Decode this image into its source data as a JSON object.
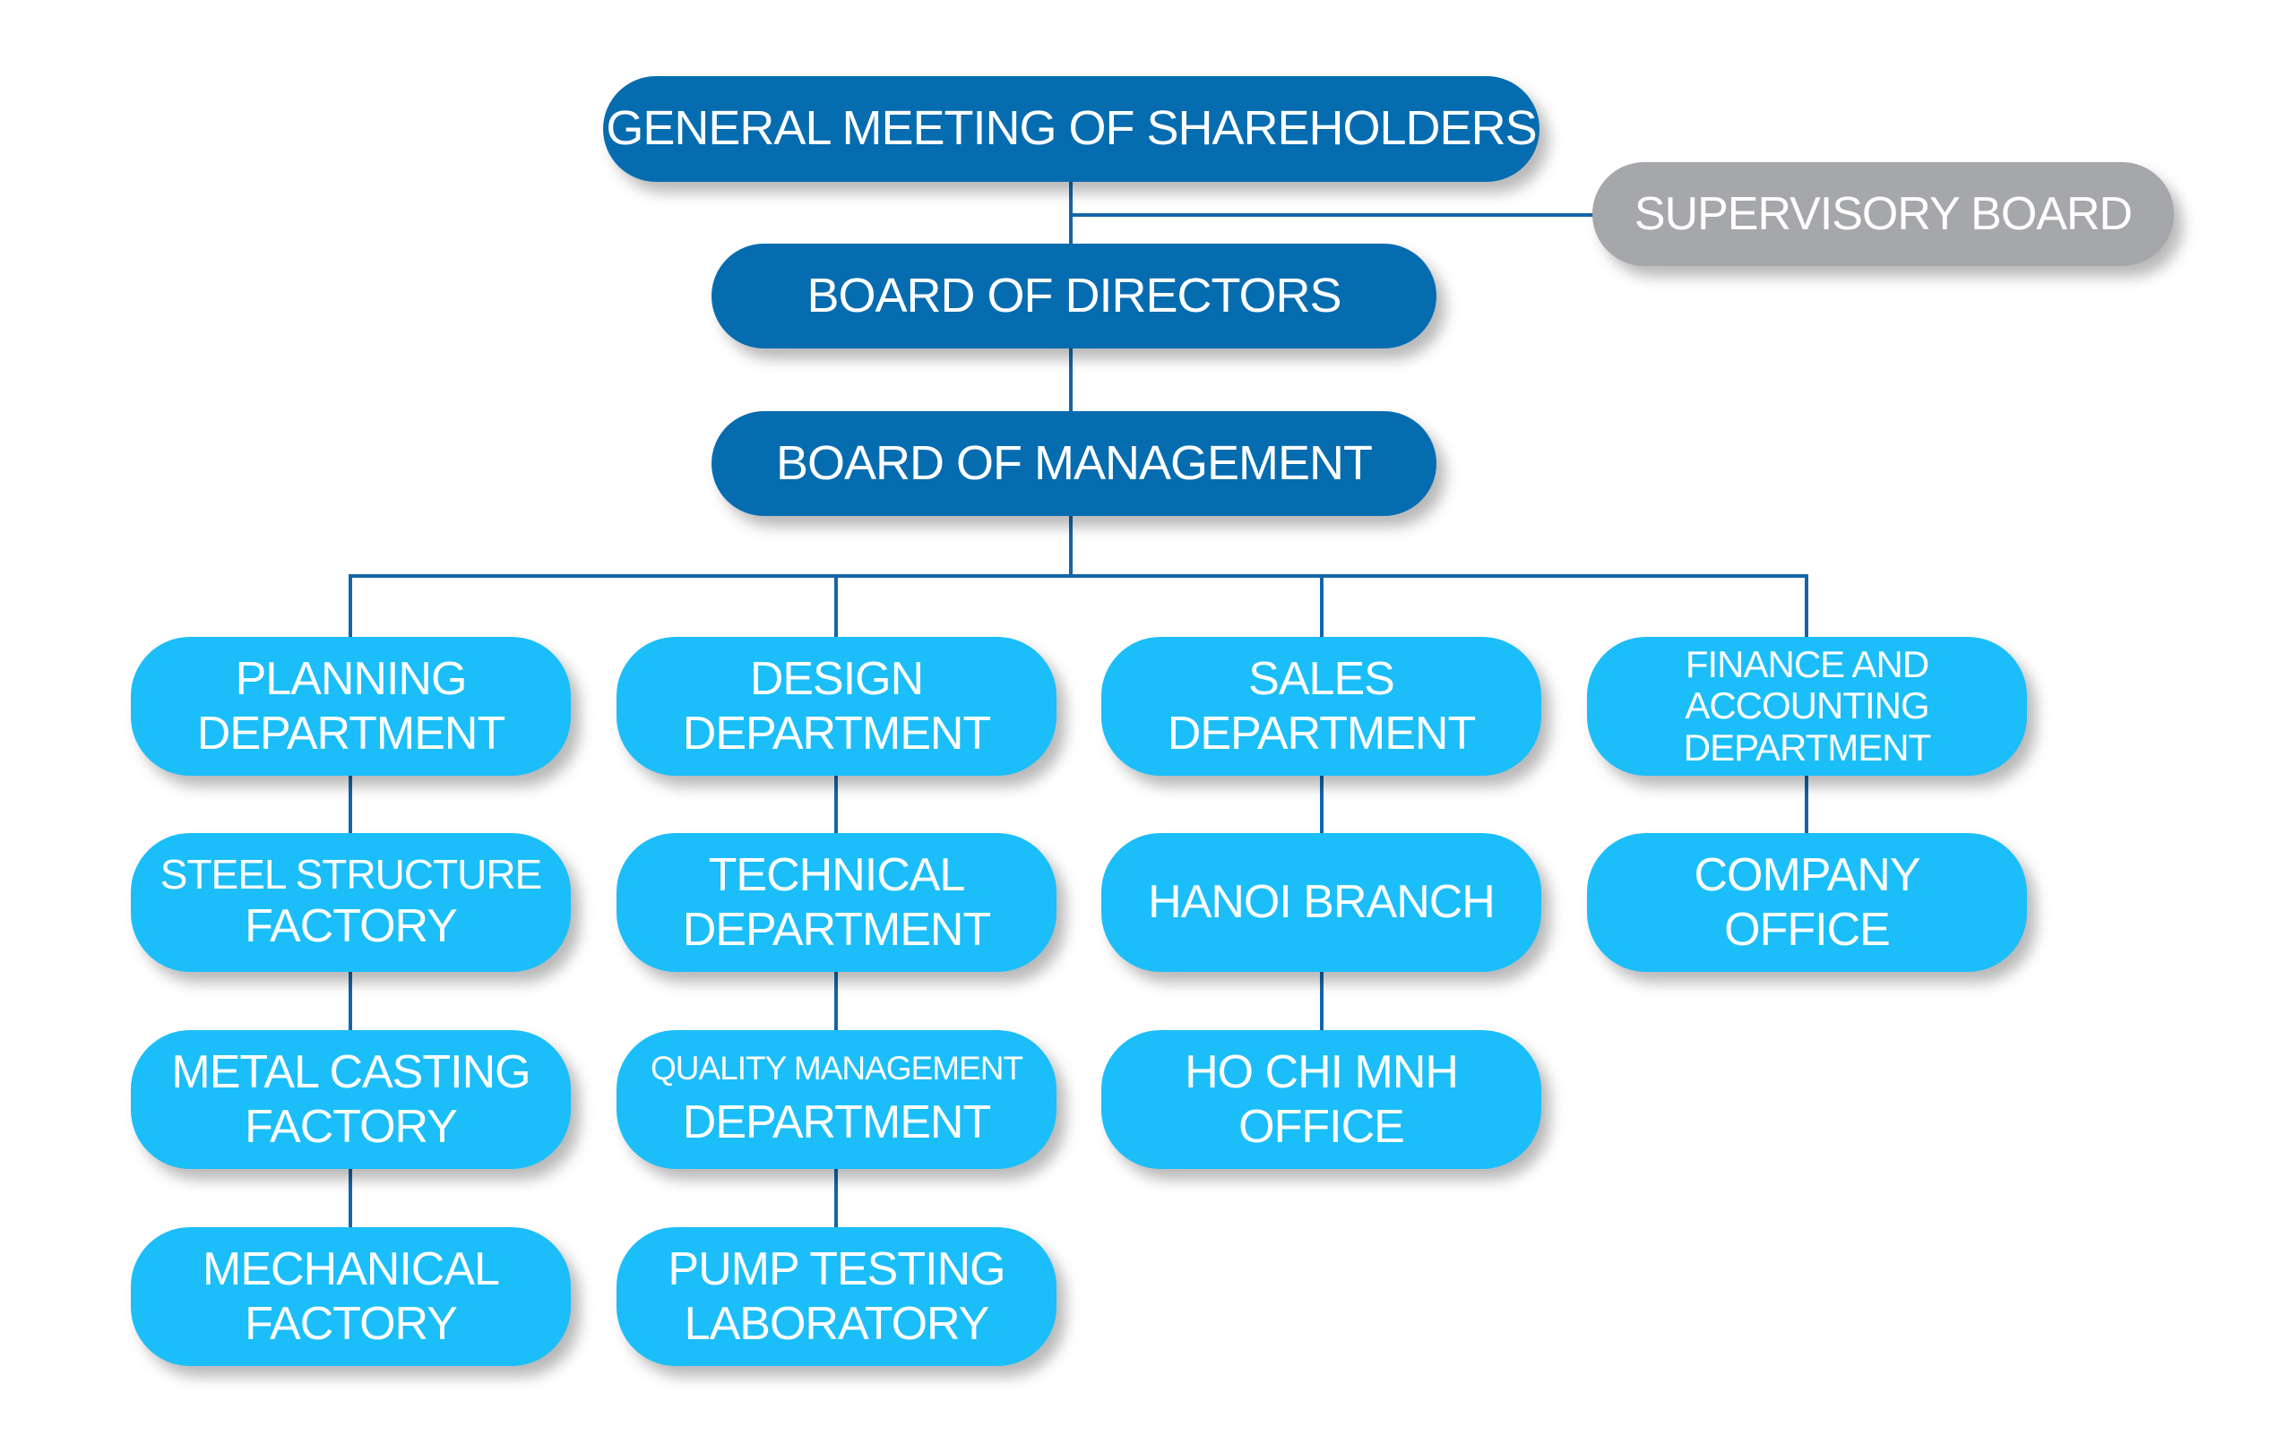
{
  "colors": {
    "executive": "#066cb0",
    "supervisory": "#a6a7aa",
    "department": "#1bbef9",
    "connector": "#1565a8"
  },
  "top": {
    "shareholders": "GENERAL MEETING OF SHAREHOLDERS",
    "supervisory": "SUPERVISORY BOARD",
    "directors": "BOARD OF DIRECTORS",
    "management": "BOARD OF MANAGEMENT"
  },
  "columns": [
    {
      "units": [
        {
          "lines": [
            "PLANNING",
            "DEPARTMENT"
          ]
        },
        {
          "lines": [
            "STEEL STRUCTURE",
            "FACTORY"
          ]
        },
        {
          "lines": [
            "METAL CASTING",
            "FACTORY"
          ]
        },
        {
          "lines": [
            "MECHANICAL",
            "FACTORY"
          ]
        }
      ]
    },
    {
      "units": [
        {
          "lines": [
            "DESIGN",
            "DEPARTMENT"
          ]
        },
        {
          "lines": [
            "TECHNICAL",
            "DEPARTMENT"
          ]
        },
        {
          "lines": [
            "QUALITY MANAGEMENT",
            "DEPARTMENT"
          ]
        },
        {
          "lines": [
            "PUMP TESTING",
            "LABORATORY"
          ]
        }
      ]
    },
    {
      "units": [
        {
          "lines": [
            "SALES",
            "DEPARTMENT"
          ]
        },
        {
          "lines": [
            "HANOI BRANCH"
          ]
        },
        {
          "lines": [
            "HO CHI MNH",
            "OFFICE"
          ]
        }
      ]
    },
    {
      "units": [
        {
          "lines": [
            "FINANCE AND",
            "ACCOUNTING",
            "DEPARTMENT"
          ]
        },
        {
          "lines": [
            "COMPANY",
            "OFFICE"
          ]
        }
      ]
    }
  ]
}
